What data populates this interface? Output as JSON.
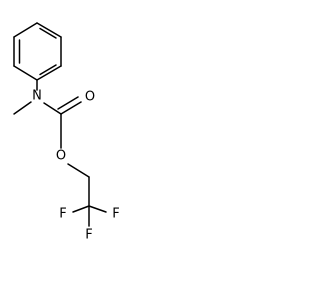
{
  "molecule": {
    "atoms": {
      "nitrogen": "N",
      "carbonyl_oxygen": "O",
      "ester_oxygen": "O",
      "fluorine_left": "F",
      "fluorine_bottom": "F",
      "fluorine_right": "F"
    },
    "colors": {
      "bond": "#000000",
      "label": "#000000",
      "background": "#ffffff"
    }
  }
}
